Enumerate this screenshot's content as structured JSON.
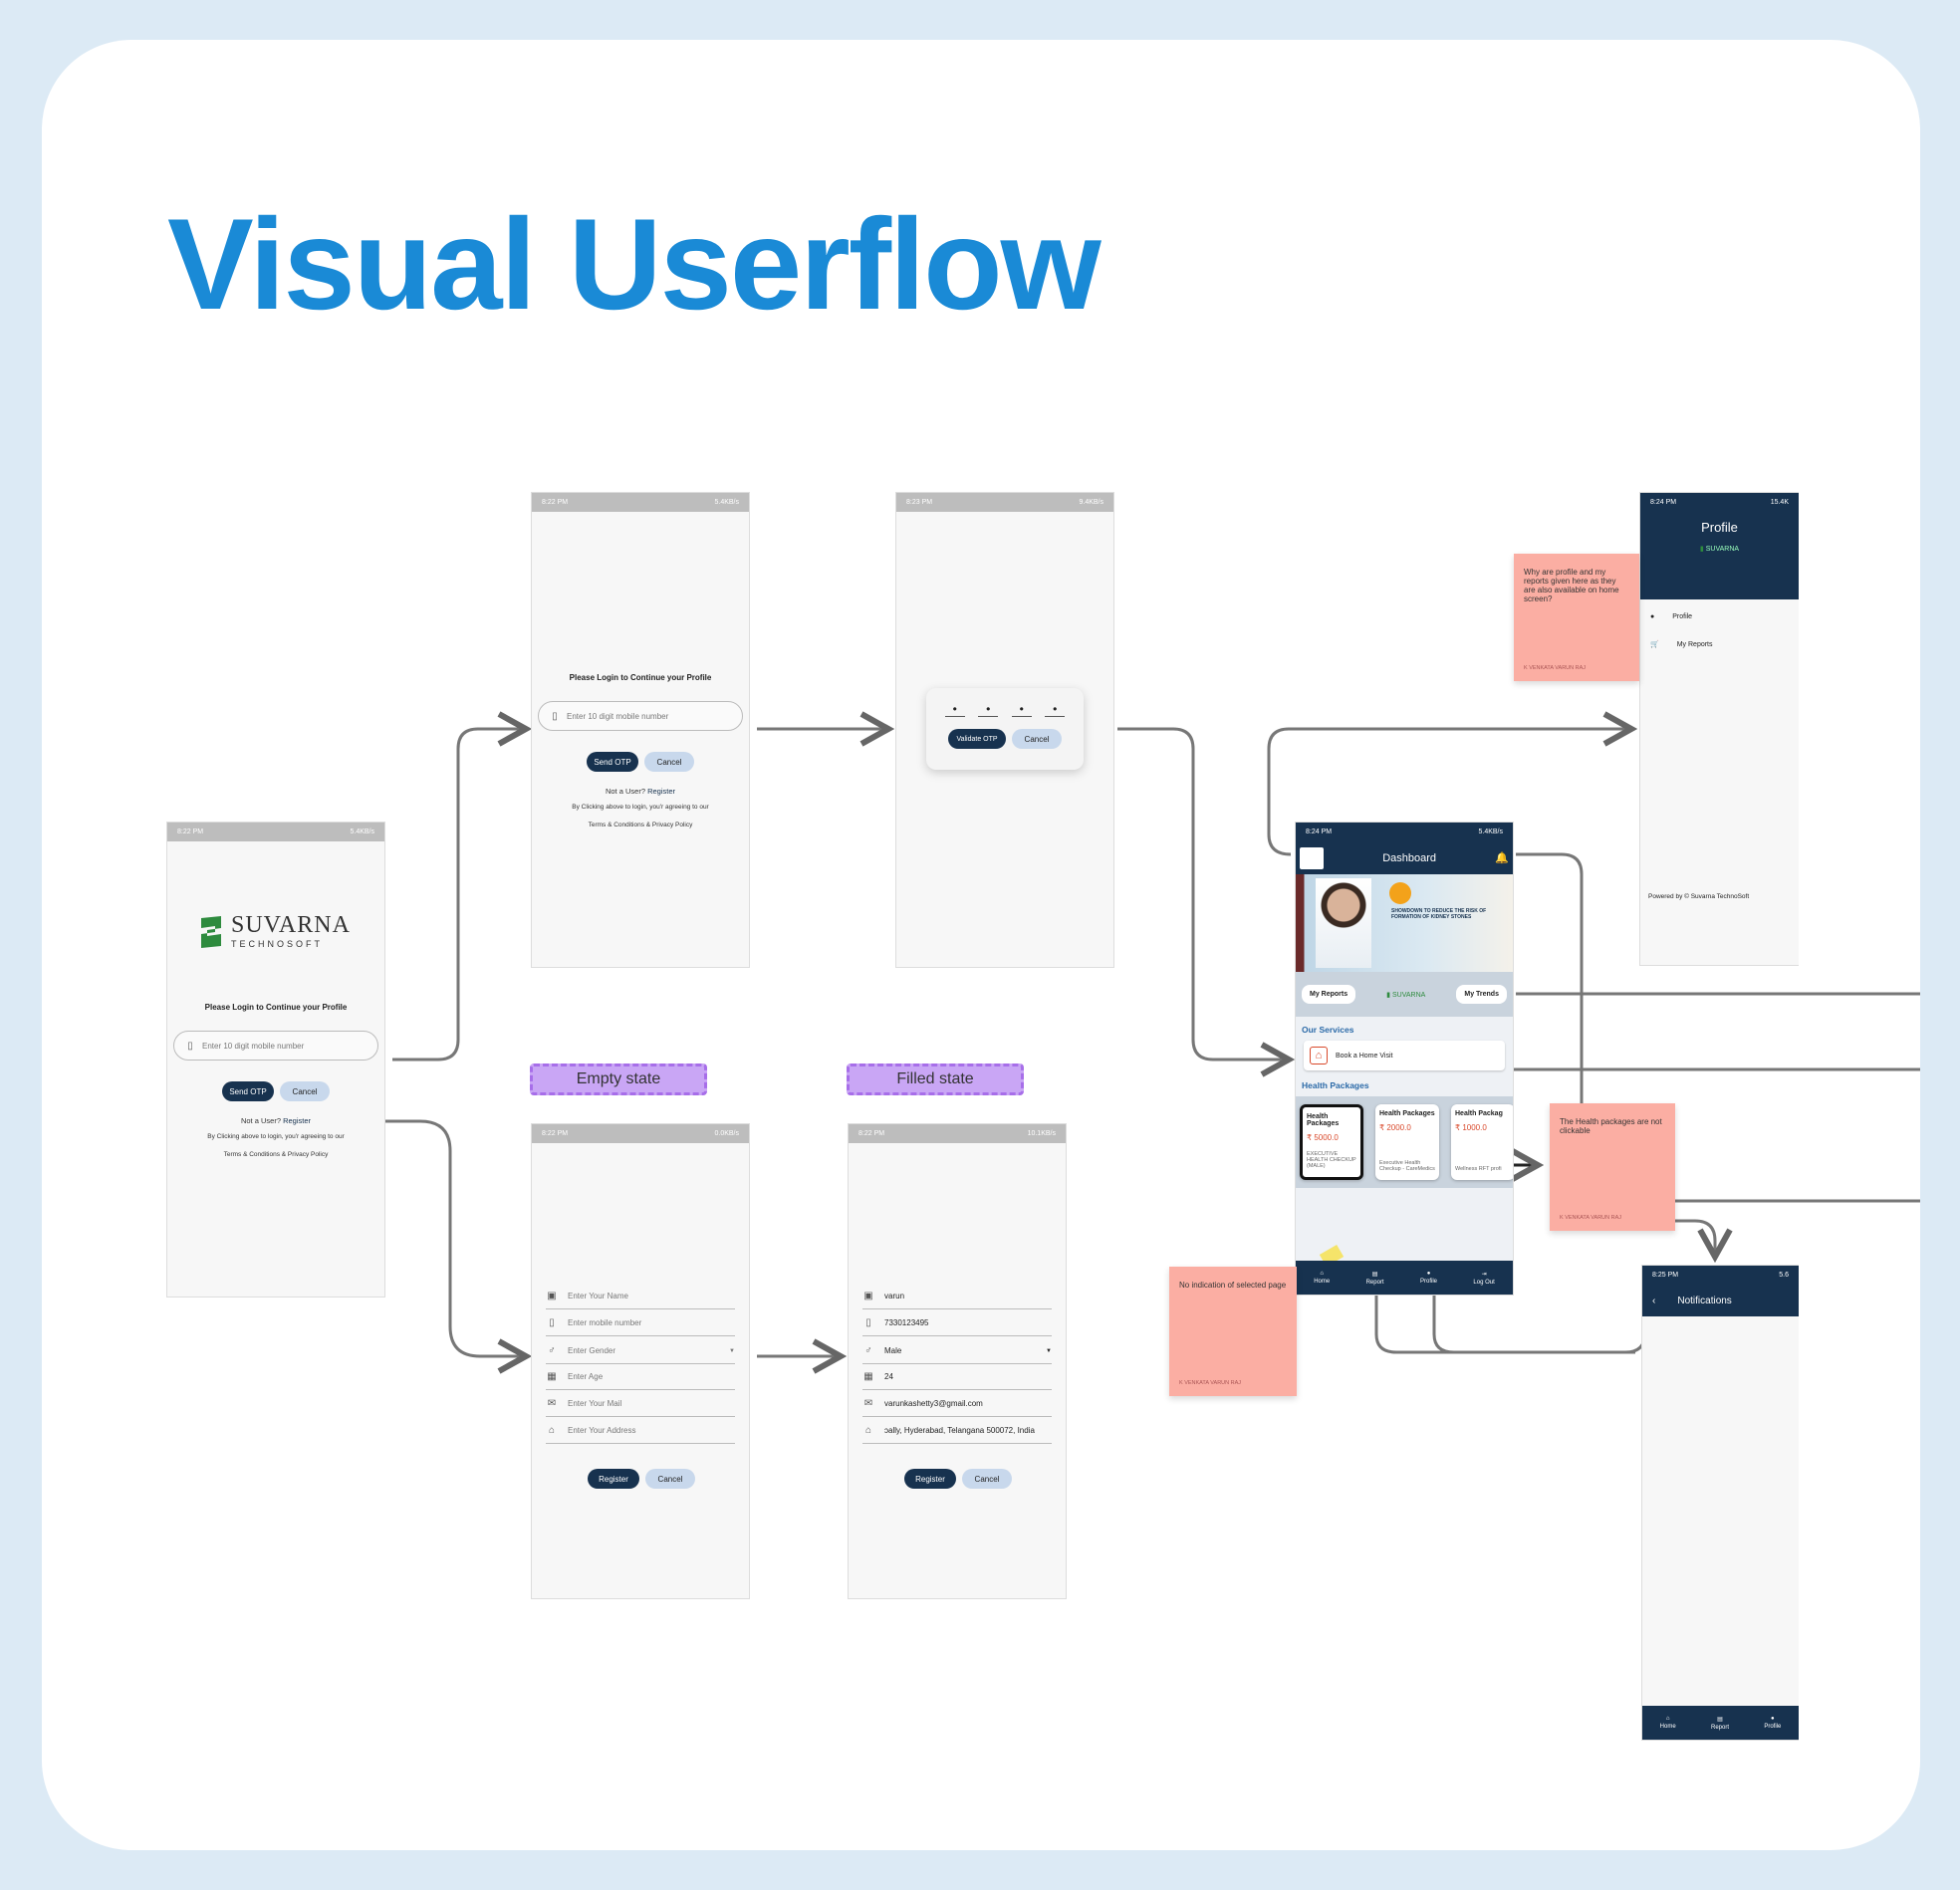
{
  "title": "Visual Userflow",
  "status": {
    "t822": "8:22 PM",
    "t823": "8:23 PM",
    "t824": "8:24 PM",
    "t825": "8:25 PM",
    "s1": "5.4KB/s",
    "s2": "5.4KB/s",
    "s3": "9.4KB/s",
    "s4": "0.0KB/s",
    "s5": "10.1KB/s",
    "s6": "5.4KB/s",
    "s7": "15.4K",
    "s8": "5.6"
  },
  "brand": {
    "line1": "SUVARNA",
    "line2": "TECHNOSOFT"
  },
  "login": {
    "heading": "Please Login to Continue your Profile",
    "phone_placeholder": "Enter 10 digit mobile number",
    "send_otp": "Send OTP",
    "cancel": "Cancel",
    "not_user": "Not a User?",
    "register": "Register",
    "agree": "By Clicking above to login, you'r agreeing to our",
    "terms": "Terms & Conditions",
    "amp": "&",
    "privacy": "Privacy Policy"
  },
  "otp": {
    "dot": "•",
    "validate": "Validate OTP",
    "cancel": "Cancel"
  },
  "labels": {
    "empty": "Empty state",
    "filled": "Filled state"
  },
  "register_form": {
    "placeholders": [
      "Enter Your Name",
      "Enter mobile number",
      "Enter Gender",
      "Enter Age",
      "Enter Your Mail",
      "Enter Your Address"
    ],
    "values": [
      "varun",
      "7330123495",
      "Male",
      "24",
      "varunkashetty3@gmail.com",
      "ɔally, Hyderabad, Telangana 500072, India"
    ],
    "register": "Register",
    "cancel": "Cancel"
  },
  "dashboard": {
    "title": "Dashboard",
    "my_reports": "My Reports",
    "my_trends": "My Trends",
    "our_services": "Our Services",
    "home_visit": "Book a Home Visit",
    "health_packages": "Health Packages",
    "banner_text": "SHOWDOWN TO REDUCE THE RISK OF FORMATION OF KIDNEY STONES",
    "packages": [
      {
        "title": "Health Packages",
        "price": "₹ 5000.0",
        "name": "EXECUTIVE HEALTH CHECKUP (MALE)"
      },
      {
        "title": "Health Packages",
        "price": "₹ 2000.0",
        "name": "Executive Health Checkup - CareMedics"
      },
      {
        "title": "Health Packag",
        "price": "₹ 1000.0",
        "name": "Wellness RFT profi"
      }
    ],
    "nav": [
      "Home",
      "Report",
      "Profile",
      "Log Out"
    ]
  },
  "profile": {
    "title": "Profile",
    "items": [
      "Profile",
      "My Reports"
    ],
    "powered": "Powered by © Suvarna TechnoSoft"
  },
  "notifications": {
    "title": "Notifications",
    "nav": [
      "Home",
      "Report",
      "Profile"
    ]
  },
  "notes": [
    {
      "text": "Why are profile and my reports given here as they are also available on home screen?",
      "author": "K VENKATA VARUN RAJ"
    },
    {
      "text": "The Health packages are not clickable",
      "author": "K VENKATA VARUN RAJ"
    },
    {
      "text": "No indication of selected page",
      "author": "K VENKATA VARUN RAJ"
    }
  ],
  "colors": {
    "accent": "#1a8ad6",
    "navy": "#17324f",
    "note": "#fbaea3",
    "label": "#c9a6f5"
  }
}
